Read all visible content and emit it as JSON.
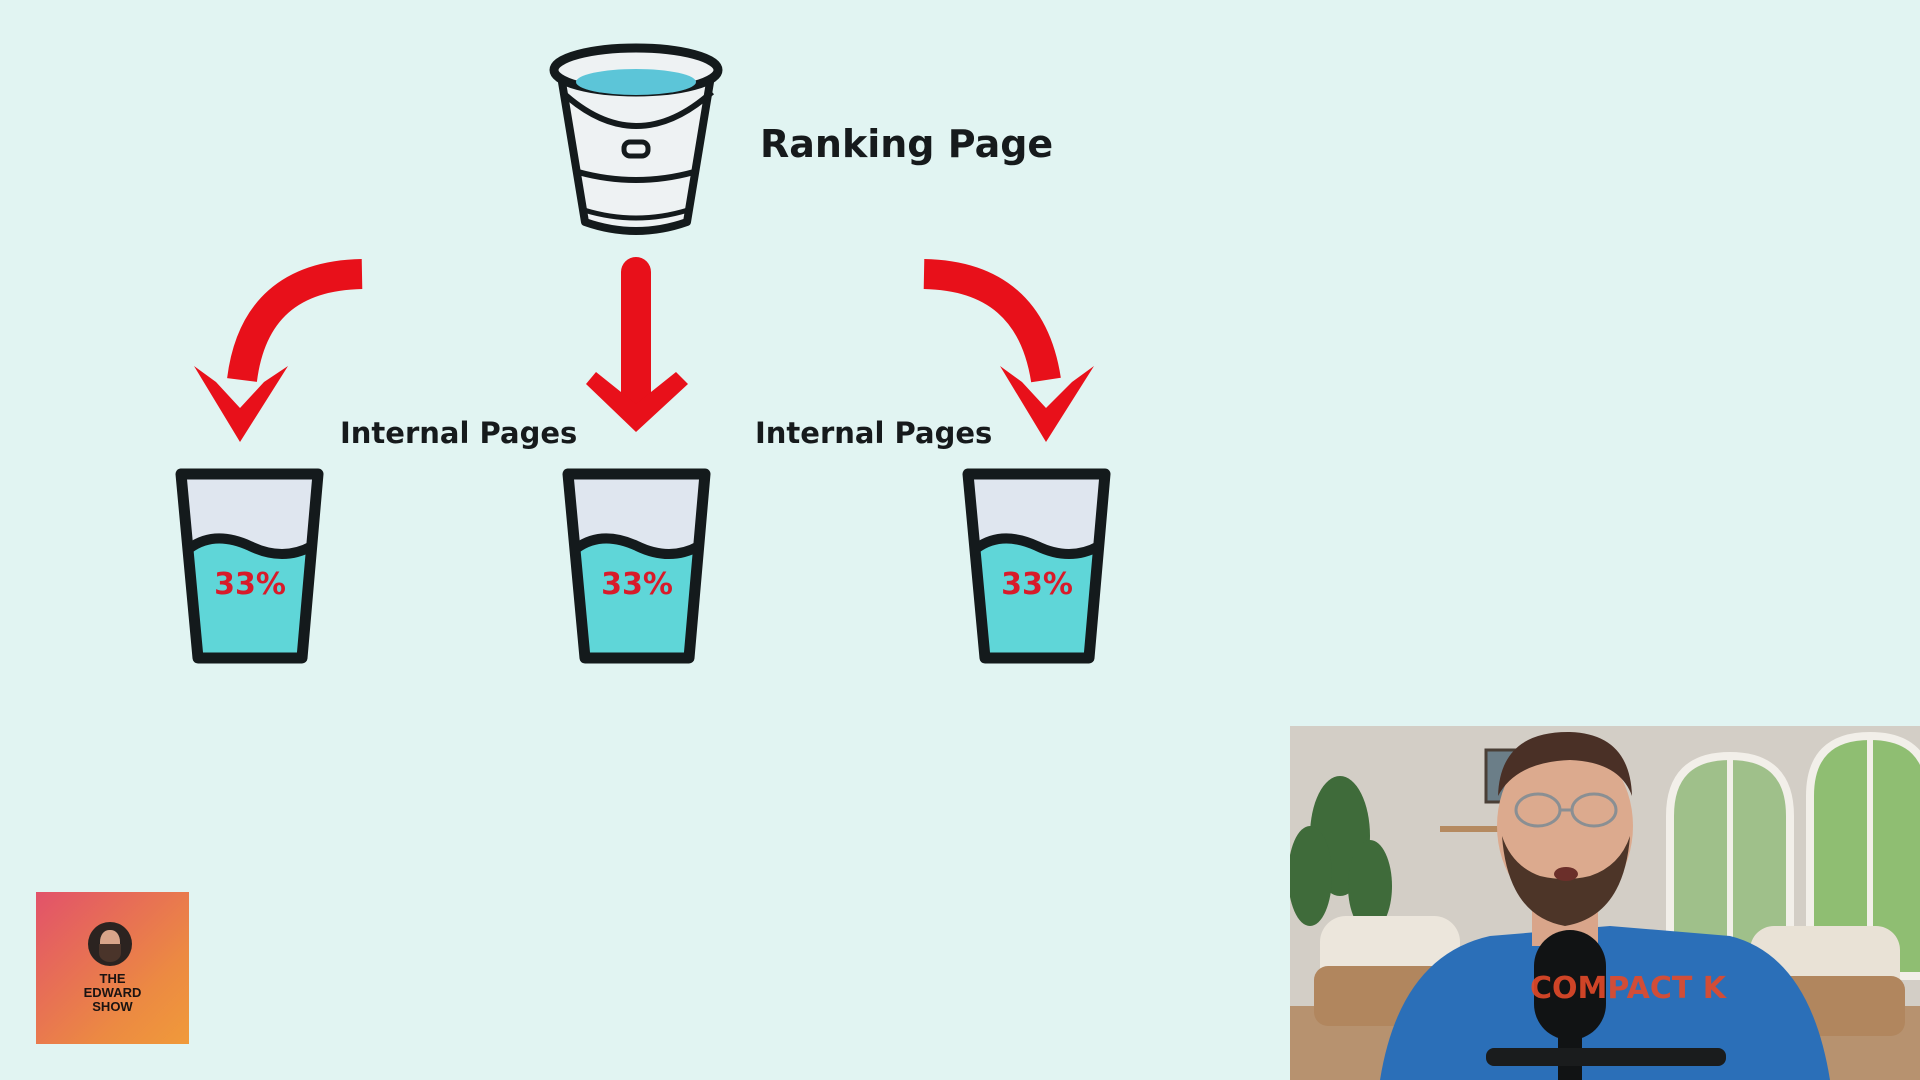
{
  "diagram": {
    "ranking_label": "Ranking Page",
    "internal_labels": [
      "Internal Pages",
      "Internal Pages"
    ],
    "cups": [
      {
        "percent": "33%",
        "fill_level": 0.33
      },
      {
        "percent": "33%",
        "fill_level": 0.33
      },
      {
        "percent": "33%",
        "fill_level": 0.33
      }
    ],
    "colors": {
      "background": "#e1f4f2",
      "arrow": "#e8101a",
      "water": "#5fd6d8",
      "outline": "#141a1c",
      "percent_text": "#d81b2a"
    },
    "icons": [
      "bucket-icon",
      "cup-icon",
      "arrow-icon"
    ]
  },
  "badge": {
    "title_lines": [
      "THE",
      "EDWARD",
      "SHOW"
    ]
  },
  "webcam": {
    "shirt_text": "COMPACT K"
  }
}
